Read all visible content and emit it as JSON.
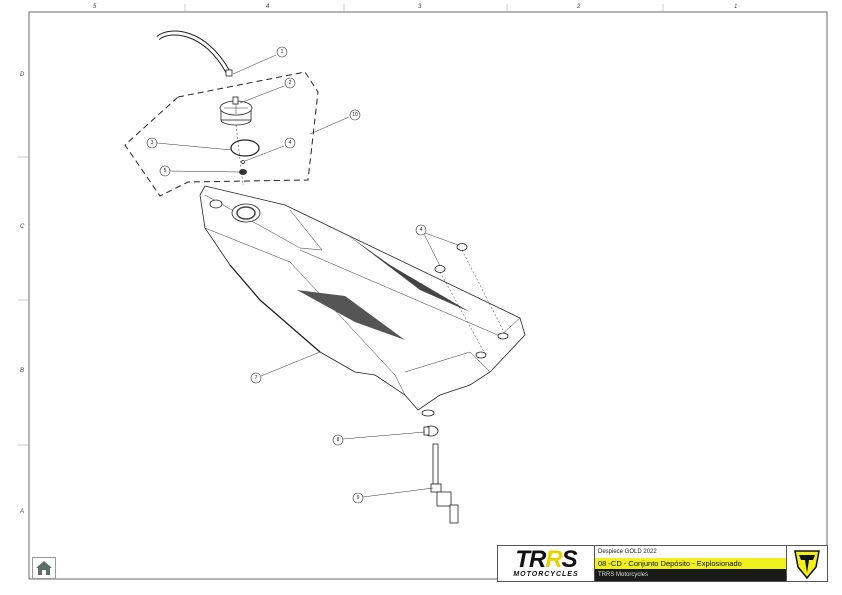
{
  "frame": {
    "columns": [
      "5",
      "4",
      "3",
      "2",
      "1"
    ],
    "rows": [
      "D",
      "C",
      "B",
      "A"
    ]
  },
  "balloons": {
    "b1": "1",
    "b2": "2",
    "b3": "3",
    "b4a": "4",
    "b5": "5",
    "b10": "10",
    "b4b": "4",
    "b7": "7",
    "b8": "8",
    "b9": "9"
  },
  "title_block": {
    "logo_main": "TRRS",
    "logo_sub": "MOTORCYCLES",
    "project": "Despiece GOLD 2022",
    "title": "08 -CD - Conjunto Depósito - Explosionado",
    "company": "TRRS Motorcycles",
    "accent_color": "#f0f01e"
  },
  "nav": {
    "home_icon": "home-icon"
  }
}
